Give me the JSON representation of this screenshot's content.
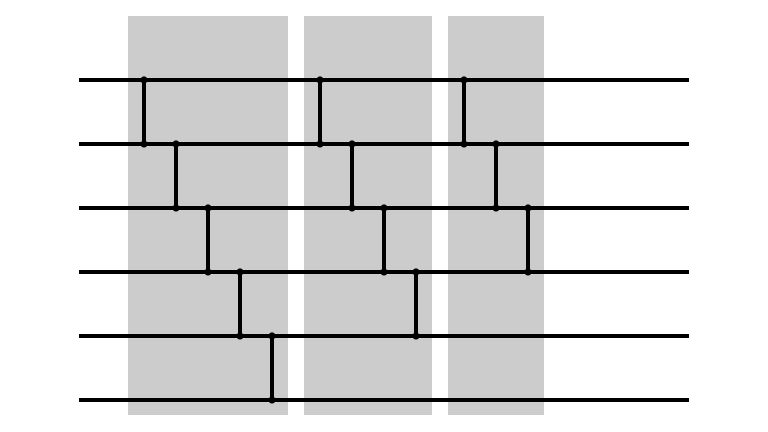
{
  "diagram": {
    "type": "comparator-network",
    "wire_count": 6,
    "colors": {
      "background": "#ffffff",
      "stage_fill": "#cccccc",
      "line": "#000000"
    },
    "stages": [
      {
        "comparators": [
          {
            "wires": [
              0,
              1
            ]
          },
          {
            "wires": [
              1,
              2
            ]
          },
          {
            "wires": [
              2,
              3
            ]
          },
          {
            "wires": [
              3,
              4
            ]
          },
          {
            "wires": [
              4,
              5
            ]
          }
        ]
      },
      {
        "comparators": [
          {
            "wires": [
              0,
              1
            ]
          },
          {
            "wires": [
              1,
              2
            ]
          },
          {
            "wires": [
              2,
              3
            ]
          },
          {
            "wires": [
              3,
              4
            ]
          }
        ]
      },
      {
        "comparators": [
          {
            "wires": [
              0,
              1
            ]
          },
          {
            "wires": [
              1,
              2
            ]
          },
          {
            "wires": [
              2,
              3
            ]
          }
        ]
      }
    ]
  }
}
